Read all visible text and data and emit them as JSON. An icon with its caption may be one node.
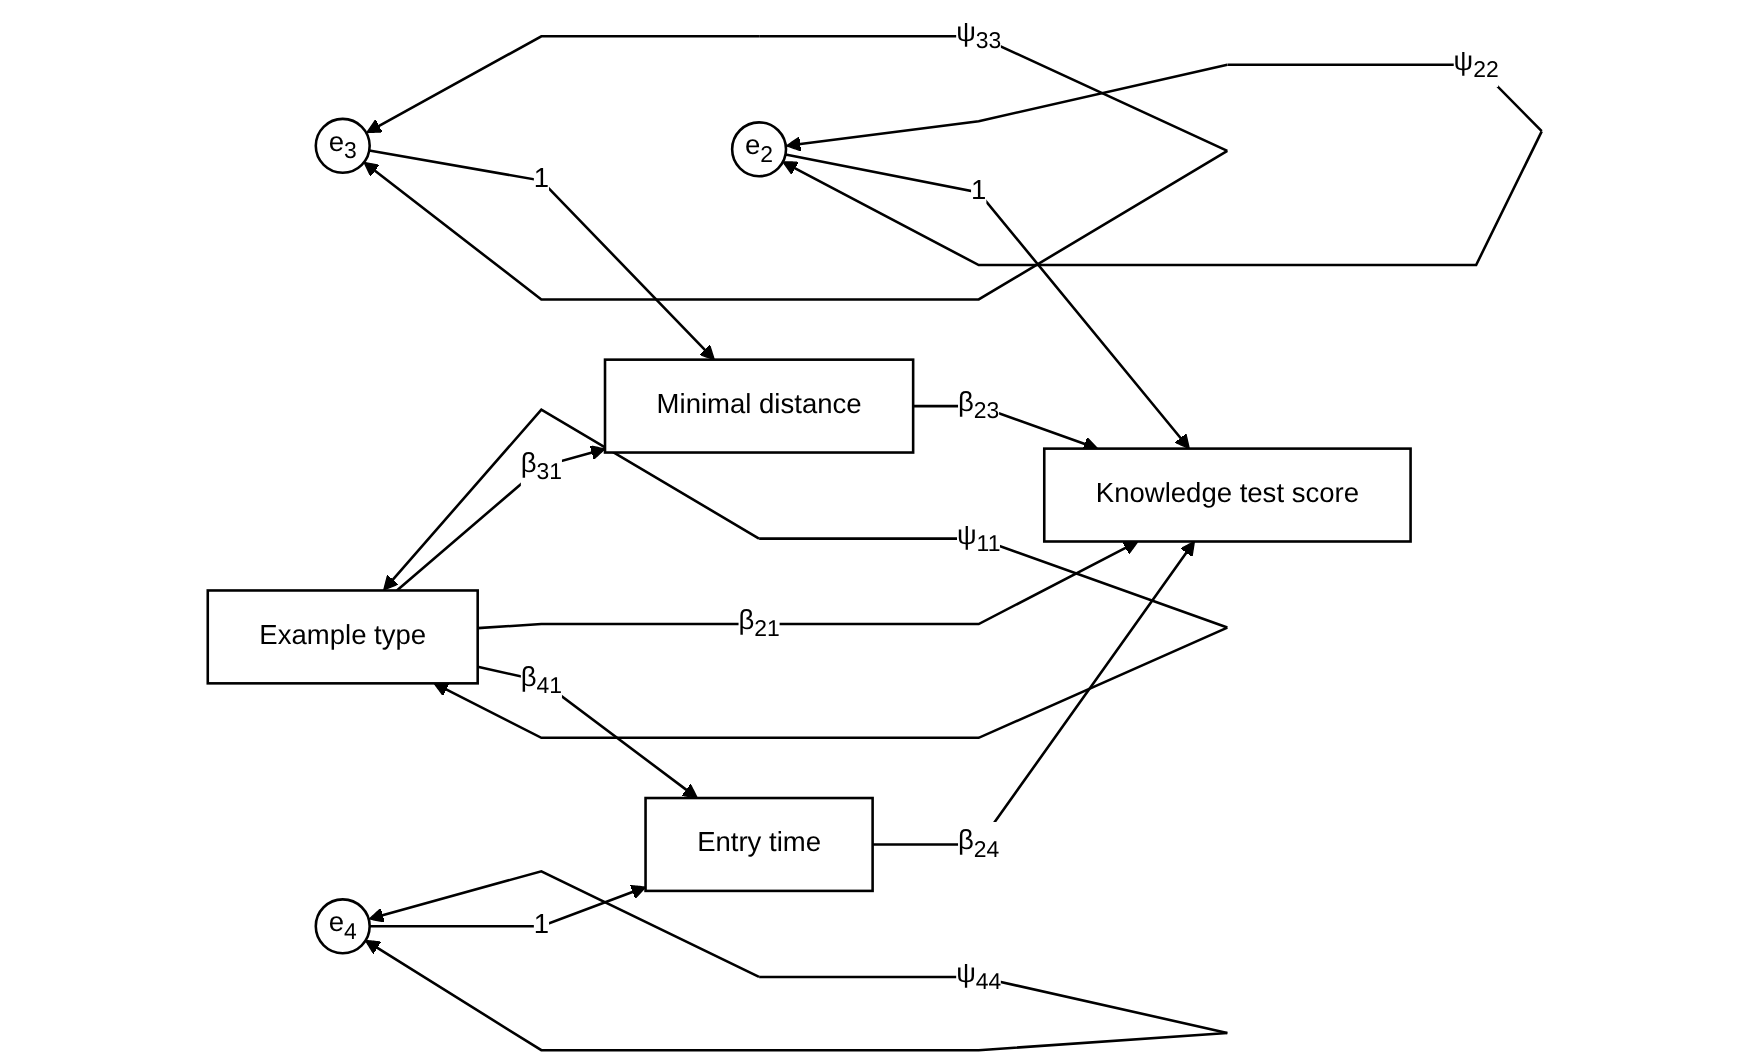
{
  "diagram": {
    "nodes": [
      {
        "text": [
          "e$_{3}$"
        ]
      },
      {
        "text": [
          "Minimal distance"
        ]
      },
      {
        "text": [
          "Example type"
        ]
      },
      {
        "text": [
          "Knowledge test score"
        ]
      },
      {
        "text": [
          "e$_{2}$"
        ]
      },
      {
        "text": [
          "Entry time"
        ]
      },
      {
        "text": [
          "e$_{4}$"
        ]
      }
    ],
    "edges": [
      {
        "from": 0,
        "to": 0,
        "arrow": "both",
        "label": "ψ$_{33}$"
      },
      {
        "from": 2,
        "to": 2,
        "arrow": "both",
        "label": "ψ$_{11}$"
      },
      {
        "from": 4,
        "to": 4,
        "arrow": "both",
        "label": "ψ$_{22}$"
      },
      {
        "from": 6,
        "to": 6,
        "arrow": "both",
        "label": "ψ$_{44}$"
      },
      {
        "from": 0,
        "to": 1,
        "arrow": "to",
        "label": "1"
      },
      {
        "from": 2,
        "to": 1,
        "arrow": "to",
        "label": "β$_{31}$"
      },
      {
        "from": 2,
        "to": 3,
        "arrow": "to",
        "label": "β$_{21}$"
      },
      {
        "from": 2,
        "to": 5,
        "arrow": "to",
        "label": "β$_{41}$"
      },
      {
        "from": 1,
        "to": 3,
        "arrow": "to",
        "label": "β$_{23}$"
      },
      {
        "from": 5,
        "to": 3,
        "arrow": "to",
        "label": "β$_{24}$"
      },
      {
        "from": 4,
        "to": 3,
        "arrow": "to",
        "label": "1"
      },
      {
        "from": 6,
        "to": 5,
        "arrow": "to",
        "label": "1"
      }
    ]
  }
}
